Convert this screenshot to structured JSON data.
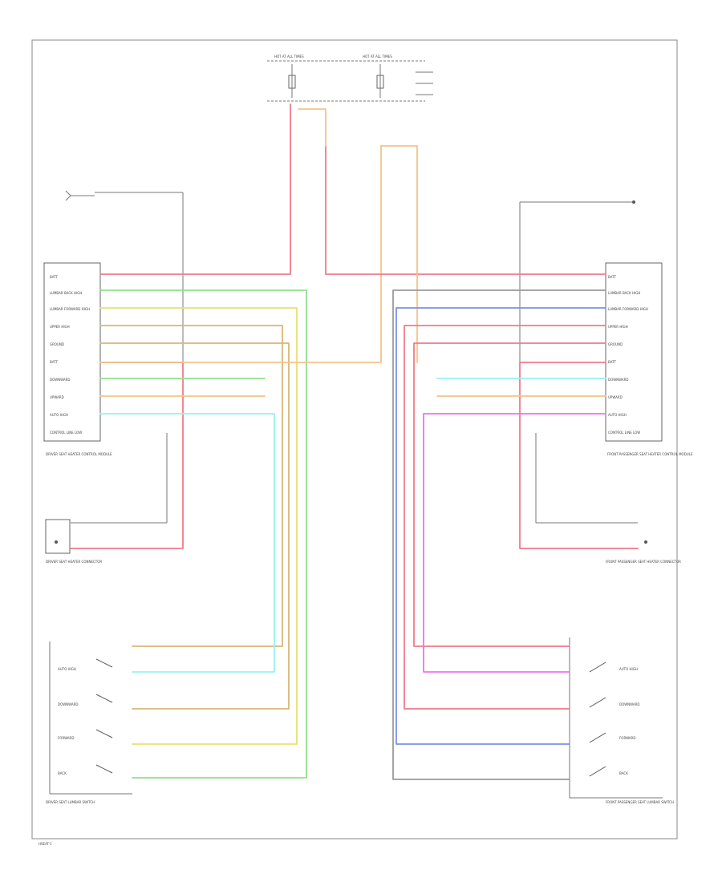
{
  "diagram": {
    "page_code": "HSEAT-1",
    "fuse_labels": [
      "HOT AT ALL TIMES",
      "HOT AT ALL TIMES"
    ],
    "left_module": {
      "pins": [
        "BATT",
        "LUMBAR BACK HIGH",
        "LUMBAR FORWARD HIGH",
        "UPPER HIGH",
        "GROUND",
        "BATT",
        "DOWNWARD",
        "UPWARD",
        "AUTO HIGH",
        "CONTROL LINE LOW"
      ],
      "name": "DRIVER SEAT HEATER CONTROL MODULE"
    },
    "right_module": {
      "pins": [
        "BATT",
        "LUMBAR BACK HIGH",
        "LUMBAR FORWARD HIGH",
        "UPPER HIGH",
        "GROUND",
        "BATT",
        "DOWNWARD",
        "UPWARD",
        "AUTO HIGH",
        "CONTROL LINE LOW"
      ],
      "name": "FRONT PASSENGER SEAT HEATER CONTROL MODULE"
    },
    "left_connector": "DRIVER SEAT HEATER CONNECTOR",
    "right_connector": "FRONT PASSENGER SEAT HEATER CONNECTOR",
    "left_switch": {
      "positions": [
        "AUTO HIGH",
        "DOWNWARD",
        "FORWARD",
        "BACK"
      ],
      "name": "DRIVER SEAT LUMBAR SWITCH"
    },
    "right_switch": {
      "positions": [
        "AUTO HIGH",
        "DOWNWARD",
        "FORWARD",
        "BACK"
      ],
      "name": "FRONT PASSENGER SEAT LUMBAR SWITCH"
    },
    "wire_colors": {
      "red": "#f07a8a",
      "orange": "#f2c48a",
      "green": "#8fe08f",
      "yellow": "#e8e070",
      "tan": "#d8b878",
      "cyan": "#9af0f0",
      "blue": "#7a90e8",
      "magenta": "#f070f0",
      "gray": "#9a9a9a"
    }
  }
}
